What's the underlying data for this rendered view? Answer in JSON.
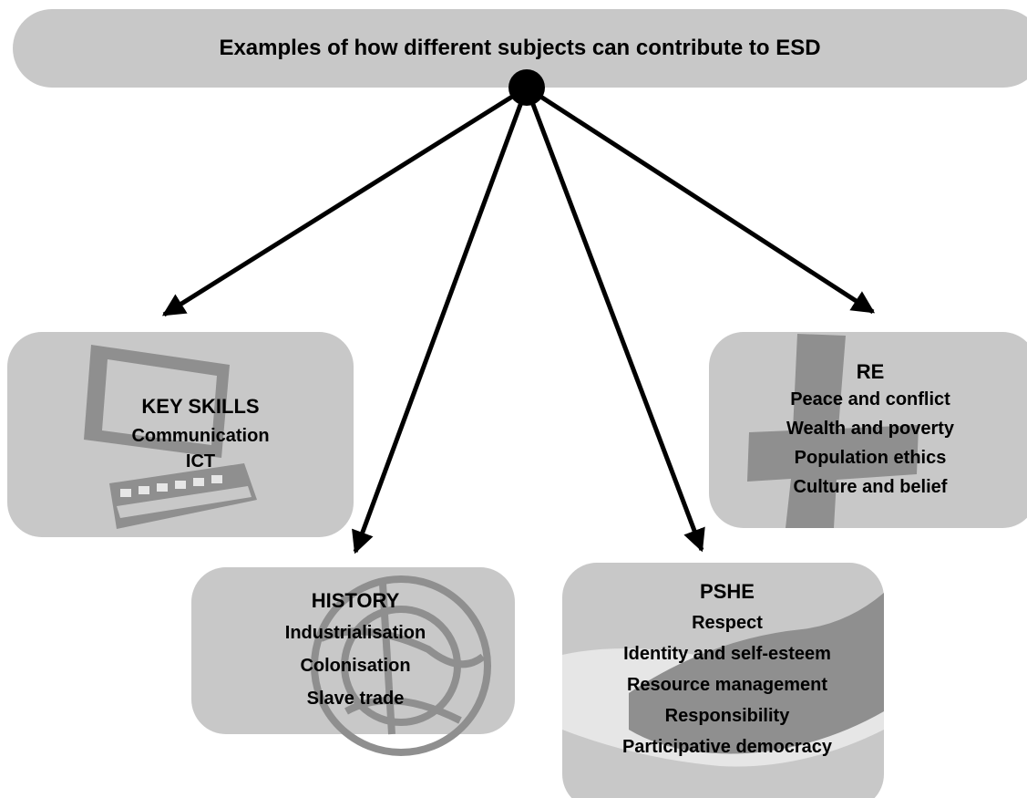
{
  "title": "Examples of how different subjects can contribute to ESD",
  "colors": {
    "box_fill": "#c8c8c8",
    "art_fill": "#8f8f8f",
    "art_light": "#e6e6e6",
    "arrow": "#000000"
  },
  "subjects": [
    {
      "key": "key_skills",
      "heading": "KEY SKILLS",
      "items": [
        "Communication",
        "ICT"
      ],
      "icon": "computer-icon"
    },
    {
      "key": "history",
      "heading": "HISTORY",
      "items": [
        "Industrialisation",
        "Colonisation",
        "Slave trade"
      ],
      "icon": "globe-icon"
    },
    {
      "key": "pshe",
      "heading": "PSHE",
      "items": [
        "Respect",
        "Identity and self-esteem",
        "Resource management",
        "Responsibility",
        "Participative democracy"
      ],
      "icon": "handshake-icon"
    },
    {
      "key": "re",
      "heading": "RE",
      "items": [
        "Peace and conflict",
        "Wealth and poverty",
        "Population ethics",
        "Culture and belief"
      ],
      "icon": "cross-icon"
    }
  ]
}
